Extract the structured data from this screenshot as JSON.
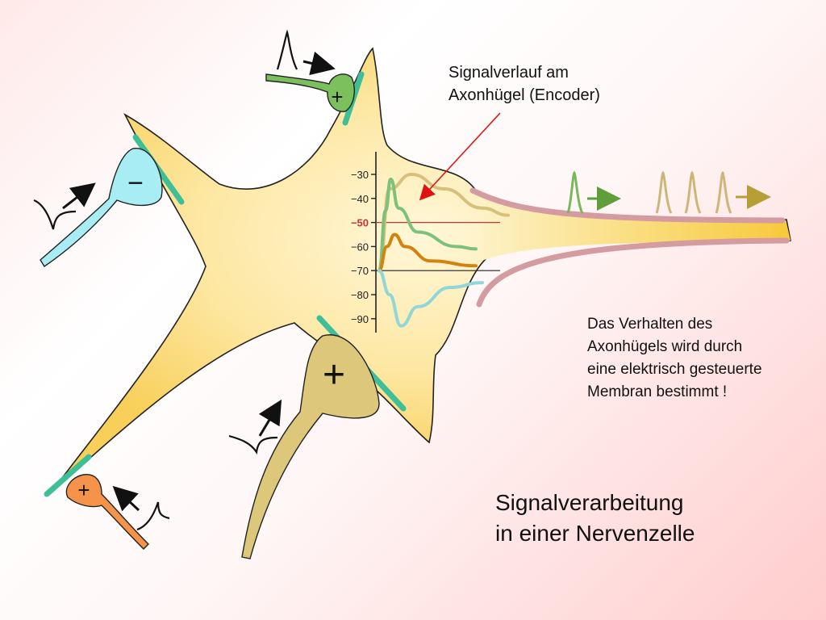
{
  "title": {
    "line1": "Signalverarbeitung",
    "line2": "in einer Nervenzelle"
  },
  "annotations": {
    "encoder": {
      "line1": "Signalverlauf am",
      "line2": "Axonhügel (Encoder)"
    },
    "membrane": {
      "line1": "Das Verhalten des",
      "line2": "Axonhügels wird durch",
      "line3": "eine elektrisch gesteuerte",
      "line4": "Membran bestimmt !"
    }
  },
  "synapses": {
    "top_green": {
      "sign": "+",
      "color": "#7cc05e"
    },
    "left_cyan": {
      "sign": "−",
      "color": "#a8ecf4"
    },
    "bottom_tan": {
      "sign": "+",
      "color": "#dcc77a"
    },
    "bottom_orange": {
      "sign": "+",
      "color": "#f5934a"
    }
  },
  "colors": {
    "soma": "#fde7a2",
    "soma_edge": "#f8cf5a",
    "synaptic_contact": "#3fbf98",
    "axon_sheath": "#d49ba0",
    "threshold_line": "#cc3333",
    "encoder_arrow": "#e11111"
  },
  "chart_data": {
    "type": "line",
    "y_ticks": [
      -30,
      -40,
      -50,
      -60,
      -70,
      -80,
      -90
    ],
    "highlighted_tick": -50,
    "reference_lines": [
      {
        "y": -50,
        "color": "#cc3333"
      },
      {
        "y": -70,
        "color": "#222222"
      }
    ],
    "series": [
      {
        "color": "#d6c07a",
        "points": [
          [
            0,
            -70
          ],
          [
            0.08,
            -36
          ],
          [
            0.25,
            -30
          ],
          [
            0.5,
            -36
          ],
          [
            0.8,
            -44
          ],
          [
            1.0,
            -47
          ]
        ]
      },
      {
        "color": "#7cc27a",
        "points": [
          [
            0,
            -70
          ],
          [
            0.05,
            -45
          ],
          [
            0.09,
            -32
          ],
          [
            0.15,
            -44
          ],
          [
            0.3,
            -54
          ],
          [
            0.6,
            -60
          ],
          [
            0.75,
            -61
          ]
        ]
      },
      {
        "color": "#d4820f",
        "points": [
          [
            0,
            -70
          ],
          [
            0.06,
            -60
          ],
          [
            0.12,
            -55
          ],
          [
            0.2,
            -60
          ],
          [
            0.4,
            -66
          ],
          [
            0.75,
            -68
          ]
        ]
      },
      {
        "color": "#92d6d8",
        "points": [
          [
            0,
            -70
          ],
          [
            0.08,
            -80
          ],
          [
            0.17,
            -93
          ],
          [
            0.3,
            -85
          ],
          [
            0.55,
            -77
          ],
          [
            0.8,
            -75
          ]
        ]
      }
    ]
  },
  "axon_spikes": [
    {
      "count": 1,
      "color": "#7ab65a"
    },
    {
      "count": 3,
      "color": "#cdb677"
    }
  ]
}
